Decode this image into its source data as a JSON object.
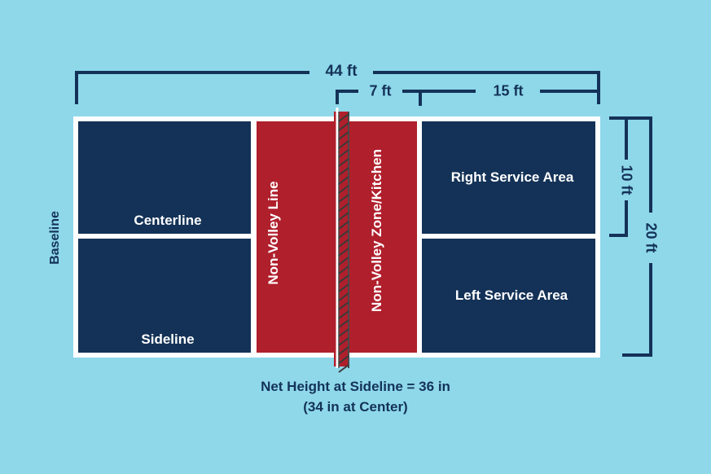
{
  "dimensions": {
    "length": "44 ft",
    "kitchen_depth": "7 ft",
    "service_depth": "15 ft",
    "half_width": "10 ft",
    "width": "20 ft"
  },
  "labels": {
    "baseline": "Baseline",
    "centerline": "Centerline",
    "sideline": "Sideline",
    "non_volley_line": "Non-Volley Line",
    "non_volley_zone": "Non-Volley Zone/Kitchen",
    "right_service": "Right Service Area",
    "left_service": "Left Service Area"
  },
  "net": {
    "line1": "Net Height at Sideline = 36 in",
    "line2": "(34 in at Center)"
  },
  "colors": {
    "background": "#8ed8ea",
    "court_navy": "#143257",
    "kitchen_red": "#b01f2c",
    "line_white": "#ffffff"
  }
}
